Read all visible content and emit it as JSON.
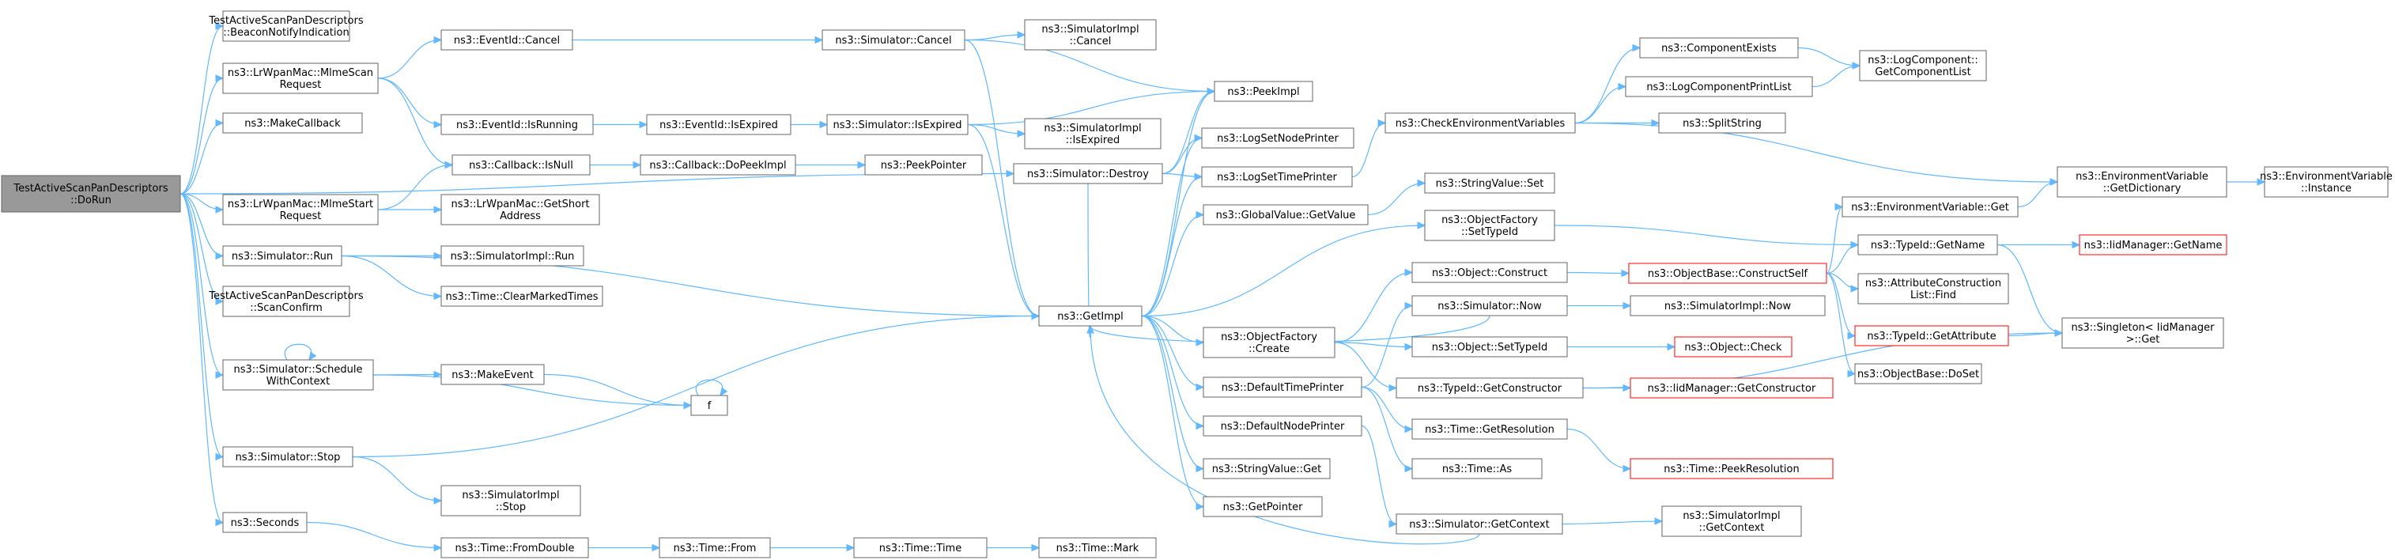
{
  "nodes": [
    {
      "id": "root",
      "lines": [
        "TestActiveScanPanDescriptors",
        "::DoRun"
      ],
      "style": "root"
    },
    {
      "id": "beacon",
      "lines": [
        "TestActiveScanPanDescriptors",
        "::BeaconNotifyIndication"
      ]
    },
    {
      "id": "mlmescan",
      "lines": [
        "ns3::LrWpanMac::MlmeScan",
        "Request"
      ]
    },
    {
      "id": "makecb",
      "lines": [
        "ns3::MakeCallback"
      ]
    },
    {
      "id": "mlmestart",
      "lines": [
        "ns3::LrWpanMac::MlmeStart",
        "Request"
      ]
    },
    {
      "id": "simrun",
      "lines": [
        "ns3::Simulator::Run"
      ]
    },
    {
      "id": "scanconfirm",
      "lines": [
        "TestActiveScanPanDescriptors",
        "::ScanConfirm"
      ]
    },
    {
      "id": "schedctx",
      "lines": [
        "ns3::Simulator::Schedule",
        "WithContext"
      ]
    },
    {
      "id": "simstop",
      "lines": [
        "ns3::Simulator::Stop"
      ]
    },
    {
      "id": "seconds",
      "lines": [
        "ns3::Seconds"
      ]
    },
    {
      "id": "evcancel",
      "lines": [
        "ns3::EventId::Cancel"
      ]
    },
    {
      "id": "evrunning",
      "lines": [
        "ns3::EventId::IsRunning"
      ]
    },
    {
      "id": "cbisnull",
      "lines": [
        "ns3::Callback::IsNull"
      ]
    },
    {
      "id": "getshort",
      "lines": [
        "ns3::LrWpanMac::GetShort",
        "Address"
      ]
    },
    {
      "id": "implrun",
      "lines": [
        "ns3::SimulatorImpl::Run"
      ]
    },
    {
      "id": "clearmarked",
      "lines": [
        "ns3::Time::ClearMarkedTimes"
      ]
    },
    {
      "id": "makeevent",
      "lines": [
        "ns3::MakeEvent"
      ]
    },
    {
      "id": "f",
      "lines": [
        "f"
      ]
    },
    {
      "id": "implstop",
      "lines": [
        "ns3::SimulatorImpl",
        "::Stop"
      ]
    },
    {
      "id": "fromdouble",
      "lines": [
        "ns3::Time::FromDouble"
      ]
    },
    {
      "id": "simcancel",
      "lines": [
        "ns3::Simulator::Cancel"
      ]
    },
    {
      "id": "evexpired",
      "lines": [
        "ns3::EventId::IsExpired"
      ]
    },
    {
      "id": "cbdopeek",
      "lines": [
        "ns3::Callback::DoPeekImpl"
      ]
    },
    {
      "id": "timefrom",
      "lines": [
        "ns3::Time::From"
      ]
    },
    {
      "id": "implcancel",
      "lines": [
        "ns3::SimulatorImpl",
        "::Cancel"
      ]
    },
    {
      "id": "simexpired",
      "lines": [
        "ns3::Simulator::IsExpired"
      ]
    },
    {
      "id": "peekpointer",
      "lines": [
        "ns3::PeekPointer"
      ]
    },
    {
      "id": "simdestroy",
      "lines": [
        "ns3::Simulator::Destroy"
      ]
    },
    {
      "id": "timetime",
      "lines": [
        "ns3::Time::Time"
      ]
    },
    {
      "id": "implexpired",
      "lines": [
        "ns3::SimulatorImpl",
        "::IsExpired"
      ]
    },
    {
      "id": "getimpl",
      "lines": [
        "ns3::GetImpl"
      ]
    },
    {
      "id": "timemark",
      "lines": [
        "ns3::Time::Mark"
      ]
    },
    {
      "id": "peekimpl",
      "lines": [
        "ns3::PeekImpl"
      ]
    },
    {
      "id": "lognode",
      "lines": [
        "ns3::LogSetNodePrinter"
      ]
    },
    {
      "id": "logtime",
      "lines": [
        "ns3::LogSetTimePrinter"
      ]
    },
    {
      "id": "gvget",
      "lines": [
        "ns3::GlobalValue::GetValue"
      ]
    },
    {
      "id": "ofcreate",
      "lines": [
        "ns3::ObjectFactory",
        "::Create"
      ]
    },
    {
      "id": "deftime",
      "lines": [
        "ns3::DefaultTimePrinter"
      ]
    },
    {
      "id": "defnode",
      "lines": [
        "ns3::DefaultNodePrinter"
      ]
    },
    {
      "id": "svget",
      "lines": [
        "ns3::StringValue::Get"
      ]
    },
    {
      "id": "getpointer",
      "lines": [
        "ns3::GetPointer"
      ]
    },
    {
      "id": "checkenv",
      "lines": [
        "ns3::CheckEnvironmentVariables"
      ]
    },
    {
      "id": "svset",
      "lines": [
        "ns3::StringValue::Set"
      ]
    },
    {
      "id": "ofsettype",
      "lines": [
        "ns3::ObjectFactory",
        "::SetTypeId"
      ]
    },
    {
      "id": "objconstruct",
      "lines": [
        "ns3::Object::Construct"
      ]
    },
    {
      "id": "simnow",
      "lines": [
        "ns3::Simulator::Now"
      ]
    },
    {
      "id": "objsettype",
      "lines": [
        "ns3::Object::SetTypeId"
      ]
    },
    {
      "id": "tidgetctor",
      "lines": [
        "ns3::TypeId::GetConstructor"
      ]
    },
    {
      "id": "timegetres",
      "lines": [
        "ns3::Time::GetResolution"
      ]
    },
    {
      "id": "timeas",
      "lines": [
        "ns3::Time::As"
      ]
    },
    {
      "id": "simgetctx",
      "lines": [
        "ns3::Simulator::GetContext"
      ]
    },
    {
      "id": "compexists",
      "lines": [
        "ns3::ComponentExists"
      ]
    },
    {
      "id": "logcompprint",
      "lines": [
        "ns3::LogComponentPrintList"
      ]
    },
    {
      "id": "splitstring",
      "lines": [
        "ns3::SplitString"
      ]
    },
    {
      "id": "objbaseconstruct",
      "lines": [
        "ns3::ObjectBase::ConstructSelf"
      ],
      "style": "trunc"
    },
    {
      "id": "implnow",
      "lines": [
        "ns3::SimulatorImpl::Now"
      ]
    },
    {
      "id": "objcheck",
      "lines": [
        "ns3::Object::Check"
      ],
      "style": "trunc"
    },
    {
      "id": "iidgetctor",
      "lines": [
        "ns3::IidManager::GetConstructor"
      ],
      "style": "trunc"
    },
    {
      "id": "peekres",
      "lines": [
        "ns3::Time::PeekResolution"
      ],
      "style": "trunc"
    },
    {
      "id": "implgetctx",
      "lines": [
        "ns3::SimulatorImpl",
        "::GetContext"
      ]
    },
    {
      "id": "logcompget",
      "lines": [
        "ns3::LogComponent::",
        "GetComponentList"
      ]
    },
    {
      "id": "envget",
      "lines": [
        "ns3::EnvironmentVariable::Get"
      ]
    },
    {
      "id": "tidgetname",
      "lines": [
        "ns3::TypeId::GetName"
      ]
    },
    {
      "id": "attrfind",
      "lines": [
        "ns3::AttributeConstruction",
        "List::Find"
      ]
    },
    {
      "id": "tidgetattr",
      "lines": [
        "ns3::TypeId::GetAttribute"
      ],
      "style": "trunc"
    },
    {
      "id": "objbasedoset",
      "lines": [
        "ns3::ObjectBase::DoSet"
      ]
    },
    {
      "id": "envgetdict",
      "lines": [
        "ns3::EnvironmentVariable",
        "::GetDictionary"
      ]
    },
    {
      "id": "iidgetname",
      "lines": [
        "ns3::IidManager::GetName"
      ],
      "style": "trunc"
    },
    {
      "id": "singleton",
      "lines": [
        "ns3::Singleton< IidManager",
        " >::Get"
      ]
    },
    {
      "id": "envinstance",
      "lines": [
        "ns3::EnvironmentVariable",
        "::Instance"
      ]
    }
  ],
  "edges": [
    [
      "root",
      "beacon"
    ],
    [
      "root",
      "mlmescan"
    ],
    [
      "root",
      "makecb"
    ],
    [
      "root",
      "mlmestart"
    ],
    [
      "root",
      "simrun"
    ],
    [
      "root",
      "scanconfirm"
    ],
    [
      "root",
      "schedctx"
    ],
    [
      "root",
      "simstop"
    ],
    [
      "root",
      "seconds"
    ],
    [
      "root",
      "simdestroy"
    ],
    [
      "mlmescan",
      "evcancel"
    ],
    [
      "mlmescan",
      "evrunning"
    ],
    [
      "mlmescan",
      "cbisnull"
    ],
    [
      "mlmestart",
      "cbisnull"
    ],
    [
      "mlmestart",
      "getshort"
    ],
    [
      "simrun",
      "implrun"
    ],
    [
      "simrun",
      "clearmarked"
    ],
    [
      "simrun",
      "getimpl"
    ],
    [
      "schedctx",
      "schedctx"
    ],
    [
      "schedctx",
      "makeevent"
    ],
    [
      "schedctx",
      "f"
    ],
    [
      "makeevent",
      "f"
    ],
    [
      "f",
      "f"
    ],
    [
      "simstop",
      "implstop"
    ],
    [
      "simstop",
      "getimpl"
    ],
    [
      "seconds",
      "fromdouble"
    ],
    [
      "fromdouble",
      "timefrom"
    ],
    [
      "timefrom",
      "timetime"
    ],
    [
      "timetime",
      "timemark"
    ],
    [
      "evcancel",
      "simcancel"
    ],
    [
      "evrunning",
      "evexpired"
    ],
    [
      "evexpired",
      "simexpired"
    ],
    [
      "cbisnull",
      "cbdopeek"
    ],
    [
      "cbdopeek",
      "peekpointer"
    ],
    [
      "simcancel",
      "implcancel"
    ],
    [
      "simcancel",
      "peekimpl"
    ],
    [
      "simcancel",
      "getimpl"
    ],
    [
      "simexpired",
      "implexpired"
    ],
    [
      "simexpired",
      "peekimpl"
    ],
    [
      "simexpired",
      "getimpl"
    ],
    [
      "simdestroy",
      "peekimpl"
    ],
    [
      "simdestroy",
      "lognode"
    ],
    [
      "simdestroy",
      "logtime"
    ],
    [
      "simdestroy",
      "getimpl"
    ],
    [
      "getimpl",
      "peekimpl"
    ],
    [
      "getimpl",
      "lognode"
    ],
    [
      "getimpl",
      "logtime"
    ],
    [
      "getimpl",
      "gvget"
    ],
    [
      "getimpl",
      "ofsettype"
    ],
    [
      "getimpl",
      "ofcreate"
    ],
    [
      "getimpl",
      "deftime"
    ],
    [
      "getimpl",
      "defnode"
    ],
    [
      "getimpl",
      "svget"
    ],
    [
      "getimpl",
      "getpointer"
    ],
    [
      "logtime",
      "checkenv"
    ],
    [
      "gvget",
      "svset"
    ],
    [
      "ofcreate",
      "objconstruct"
    ],
    [
      "ofcreate",
      "objsettype"
    ],
    [
      "ofcreate",
      "tidgetctor"
    ],
    [
      "deftime",
      "simnow"
    ],
    [
      "deftime",
      "timegetres"
    ],
    [
      "deftime",
      "timeas"
    ],
    [
      "defnode",
      "simgetctx"
    ],
    [
      "simnow",
      "getimpl"
    ],
    [
      "simnow",
      "implnow"
    ],
    [
      "simgetctx",
      "getimpl"
    ],
    [
      "simgetctx",
      "implgetctx"
    ],
    [
      "checkenv",
      "compexists"
    ],
    [
      "checkenv",
      "logcompprint"
    ],
    [
      "checkenv",
      "splitstring"
    ],
    [
      "checkenv",
      "envgetdict"
    ],
    [
      "compexists",
      "logcompget"
    ],
    [
      "logcompprint",
      "logcompget"
    ],
    [
      "ofsettype",
      "tidgetname"
    ],
    [
      "objconstruct",
      "objbaseconstruct"
    ],
    [
      "objbaseconstruct",
      "envget"
    ],
    [
      "objbaseconstruct",
      "tidgetname"
    ],
    [
      "objbaseconstruct",
      "attrfind"
    ],
    [
      "objbaseconstruct",
      "tidgetattr"
    ],
    [
      "objbaseconstruct",
      "objbasedoset"
    ],
    [
      "objsettype",
      "objcheck"
    ],
    [
      "tidgetctor",
      "iidgetctor"
    ],
    [
      "tidgetctor",
      "singleton"
    ],
    [
      "timegetres",
      "peekres"
    ],
    [
      "envget",
      "envgetdict"
    ],
    [
      "envgetdict",
      "envinstance"
    ],
    [
      "tidgetname",
      "iidgetname"
    ],
    [
      "tidgetname",
      "singleton"
    ],
    [
      "tidgetattr",
      "singleton"
    ]
  ]
}
